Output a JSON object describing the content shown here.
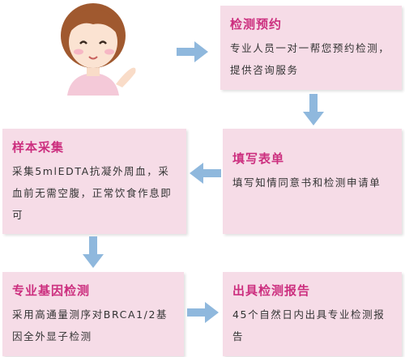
{
  "steps": {
    "booking": {
      "title": "检测预约",
      "desc": "专业人员一对一帮您预约检测，提供咨询服务"
    },
    "form": {
      "title": "填写表单",
      "desc": "填写知情同意书和检测申请单"
    },
    "sample": {
      "title": "样本采集",
      "desc": "采集5mlEDTA抗凝外周血，采血前无需空腹，正常饮食作息即可"
    },
    "testing": {
      "title": "专业基因检测",
      "desc": "采用高通量测序对BRCA1/2基因全外显子检测"
    },
    "report": {
      "title": "出具检测报告",
      "desc": "45个自然日内出具专业检测报告"
    }
  },
  "colors": {
    "box_bg": "#f6dce7",
    "title": "#cc2f7f",
    "arrow": "#8fb8dd"
  },
  "icons": {
    "person": "woman-pointing-icon",
    "arrow": "arrow-icon"
  }
}
